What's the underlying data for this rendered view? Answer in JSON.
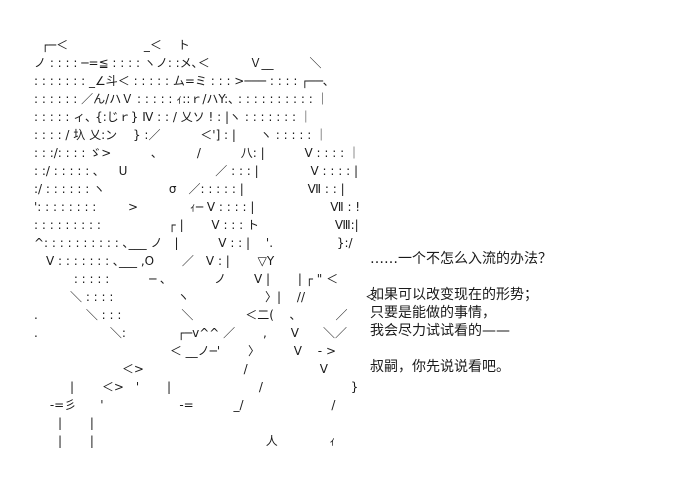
{
  "ascii_art": {
    "lines": [
      "  ┌─＜　　　　　　 _＜　 ト",
      "ノ : : : : ─=≦ : : : : ヽノ: :メ､＜　　　 Ｖ__　　　＼",
      ": : : : : : : _∠斗＜ : : : : : ム=ミ : : : >─── : : : : ┌──､",
      ": : : : : : ／ん/ハＶ : : : : : ｨ::ｒ/ハY:､ : : : : : : : : : : ｜",
      ": : : : : ィ､ {:じｒ} Ⅳ : : / 乂ソ ! : |ヽ : : : : : : : ｜",
      ": : : : / 圦 乂:ン　 } :／　　　 ＜'] : |　　ヽ : : : : : ｜",
      ": : :/: : : : ゞ>　　　 ､　　　 /　　　 八: |　　　 V : : : : ｜",
      ": :/ : : : : : ､ 　 U　　　　　　　 ／ : : : |　　　　 V : : : : |",
      ":/ : : : : : : ヽ　　　　　 σ　／: : : : : |　　　　　 Ⅶ : : |",
      "': : : : : : : : 　　 >　　　　 ｨ─ V : : : : |　　　　　　 Ⅶ : !",
      ": : : : : : : : : 　　　　　 ┌ |　　 V : : : ト　　　　　　 Ⅷ:|",
      "^: : : : : : : : : : ､___ ノ　|　　　 V : : |　 '.　　　　　 }:/",
      "　V : : : : : : : ､___ ,O　　 ／　V : |　　 ▽Y",
      "　　　 : : : : :　　　 ─ ､　　　　ノ　　 V |　　 | ┌ \" ＜",
      "　　　＼ : : : :　　　　　 ヽ　　　　　　 〉|　 //　　　　　＜",
      ".　　　　＼ : : :　　　　　＼　　　　 ＜二(　 ､　　　 ／",
      ".　　　　　　＼:　　　　 ┌─v^^ ／　　 ,　　V　　＼／",
      "　　　　　　　　　　　 ＜ __ノ─'　　 〉　　　 V　 - >",
      "　　　　　　　 ＜>　　　　　　　　 /　　　　　　V",
      "　　　|　　 ＜>　'　　 |　　　　　　　 /　　　　　　　 }",
      "　 -=彡　　'　　　　　　 -=　　　 _/　　　　　　　 /",
      "　　|　　 |",
      "　　|　　 |　　　　　　　　　　　　　　 人　　　　 ｨ"
    ]
  },
  "dialogue": {
    "line1": "……一个不怎么入流的办法？",
    "line2": "如果可以改变现在的形势；",
    "line3": "只要是能做的事情，",
    "line4": "我会尽力试试看的——",
    "line5": "叔嗣，你先说说看吧。"
  }
}
